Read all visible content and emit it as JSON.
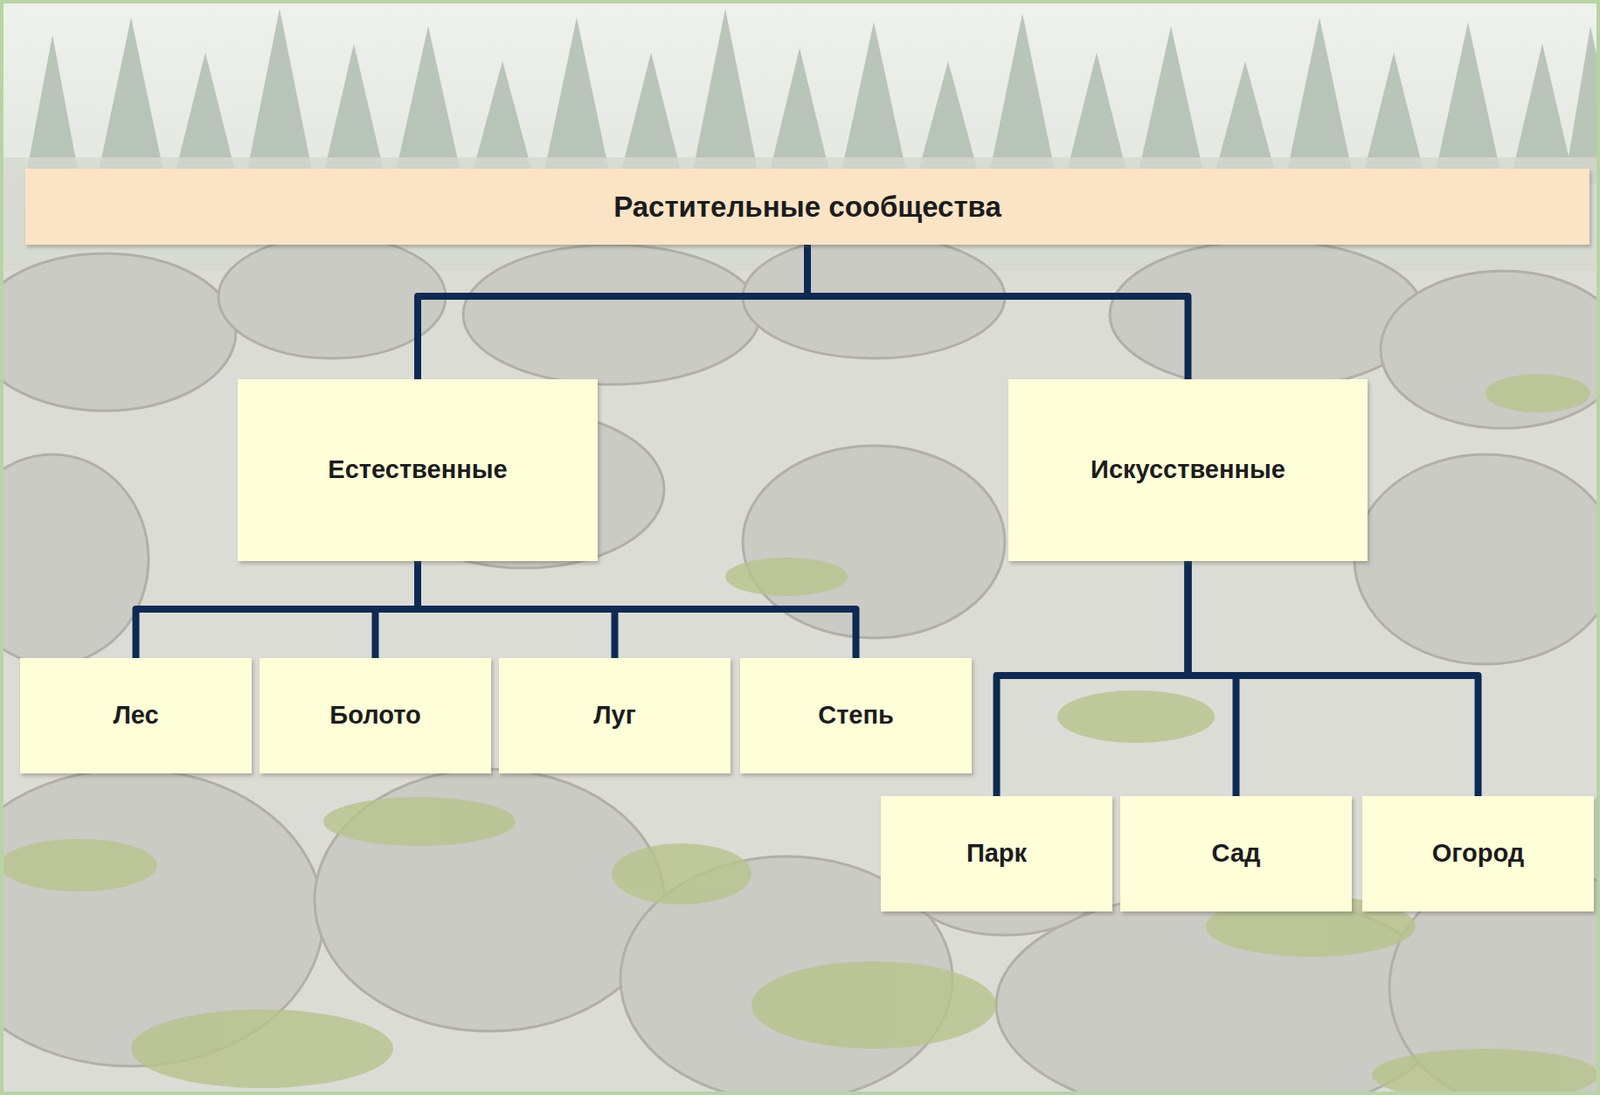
{
  "diagram": {
    "nodes": [
      {
        "text": [
          "Растительные сообщества"
        ]
      },
      {
        "text": [
          "Естественные"
        ]
      },
      {
        "text": [
          "Искусственные"
        ]
      },
      {
        "text": [
          "Лес"
        ]
      },
      {
        "text": [
          "Болото"
        ]
      },
      {
        "text": [
          "Луг"
        ]
      },
      {
        "text": [
          "Степь"
        ]
      },
      {
        "text": [
          "Парк"
        ]
      },
      {
        "text": [
          "Сад"
        ]
      },
      {
        "text": [
          "Огород"
        ]
      }
    ],
    "edges": [
      {
        "from": 0,
        "to": 1,
        "arrow": "none"
      },
      {
        "from": 0,
        "to": 2,
        "arrow": "none"
      },
      {
        "from": 1,
        "to": 3,
        "arrow": "none"
      },
      {
        "from": 1,
        "to": 4,
        "arrow": "none"
      },
      {
        "from": 1,
        "to": 5,
        "arrow": "none"
      },
      {
        "from": 1,
        "to": 6,
        "arrow": "none"
      },
      {
        "from": 2,
        "to": 7,
        "arrow": "none"
      },
      {
        "from": 2,
        "to": 8,
        "arrow": "none"
      },
      {
        "from": 2,
        "to": 9,
        "arrow": "none"
      }
    ]
  }
}
